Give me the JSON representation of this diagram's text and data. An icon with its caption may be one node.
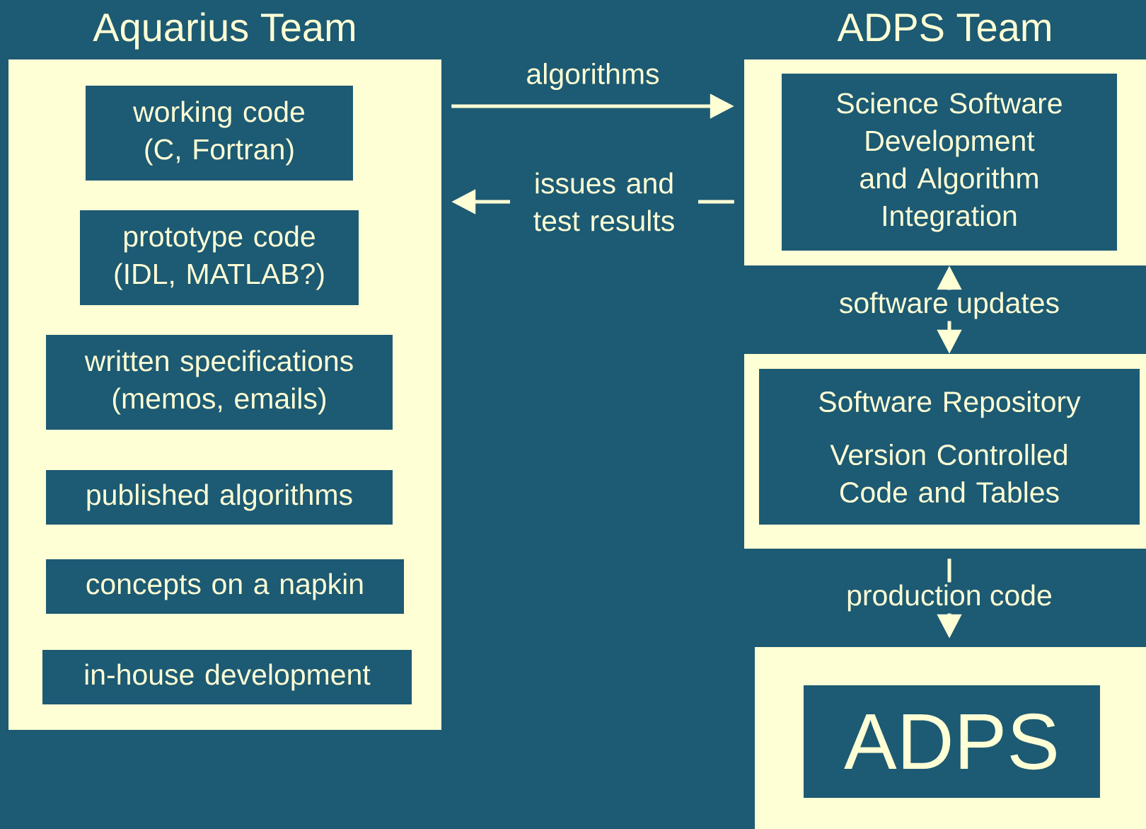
{
  "diagram": {
    "nodes": [
      {
        "text": [
          "Aquarius Team"
        ]
      },
      {
        "text": [
          "working code (C, Fortran)"
        ],
        "in": 0
      },
      {
        "text": [
          "prototype code (IDL, MATLAB?)"
        ],
        "in": 0
      },
      {
        "text": [
          "written specifications (memos, emails)"
        ],
        "in": 0
      },
      {
        "text": [
          "published algorithms"
        ],
        "in": 0
      },
      {
        "text": [
          "concepts on a napkin"
        ],
        "in": 0
      },
      {
        "text": [
          "in-house development"
        ],
        "in": 0
      },
      {
        "text": [
          "ADPS Team"
        ]
      },
      {
        "text": [
          "Science Software Development and Algorithm Integration"
        ],
        "in": 7
      },
      {
        "text": [],
        "shape": "box"
      },
      {
        "text": [
          "Software Repository",
          "Version Controlled Code and Tables"
        ],
        "in": 9
      },
      {
        "text": [],
        "shape": "box"
      },
      {
        "text": [
          "ADPS"
        ],
        "in": 11
      }
    ],
    "edges": [
      {
        "from": 0,
        "to": 7,
        "arrow": "to",
        "label": "algorithms"
      },
      {
        "from": 7,
        "to": 0,
        "arrow": "to",
        "label": "issues and test results"
      },
      {
        "from": 7,
        "to": 9,
        "arrow": "both",
        "label": "software updates"
      },
      {
        "from": 9,
        "to": 11,
        "arrow": "to",
        "label": "production code"
      }
    ]
  }
}
